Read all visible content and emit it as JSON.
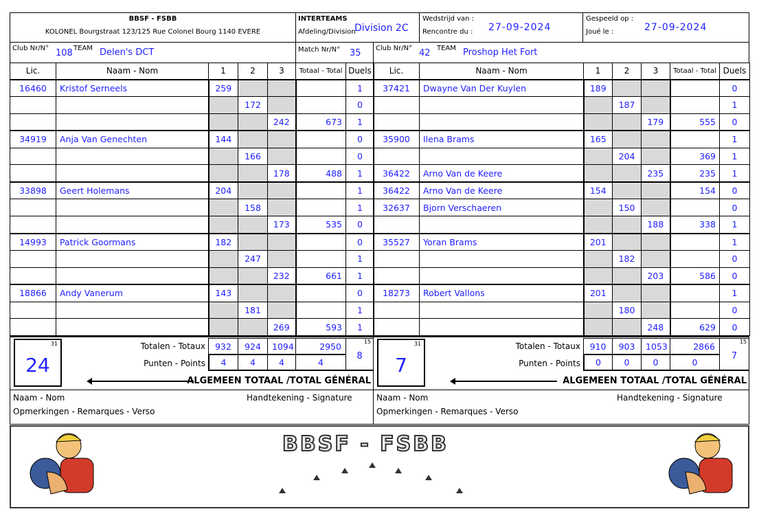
{
  "header": {
    "org": "BBSF - FSBB",
    "address": "KOLONEL Bourgstraat 123/125 Rue Colonel Bourg  1140 EVERE",
    "interteams": "INTERTEAMS",
    "division_label": "Afdeling/Division",
    "division": "Division 2C",
    "wedstrijd_label": "Wedstrijd van :",
    "rencontre_label": "Rencontre du :",
    "match_date": "27-09-2024",
    "gespeeld_label": "Gespeeld op :",
    "joue_label": "Joué le :",
    "played_date": "27-09-2024",
    "club_label": "Club Nr/N°",
    "team_label": "TEAM",
    "match_label": "Match Nr/N°",
    "match_nr": "35"
  },
  "columns": {
    "lic": "Lic.",
    "name": "Naam - Nom",
    "g1": "1",
    "g2": "2",
    "g3": "3",
    "total": "Totaal - Total",
    "duels": "Duels"
  },
  "teams": [
    {
      "club": "108",
      "team": "Delen's DCT",
      "rows": [
        [
          "16460",
          "Kristof Serneels",
          "259",
          "",
          "",
          "",
          "1"
        ],
        [
          "",
          "",
          "",
          "172",
          "",
          "",
          "0"
        ],
        [
          "",
          "",
          "",
          "",
          "242",
          "673",
          "1"
        ],
        [
          "34919",
          "Anja Van Genechten",
          "144",
          "",
          "",
          "",
          "0"
        ],
        [
          "",
          "",
          "",
          "166",
          "",
          "",
          "0"
        ],
        [
          "",
          "",
          "",
          "",
          "178",
          "488",
          "1"
        ],
        [
          "33898",
          "Geert Holemans",
          "204",
          "",
          "",
          "",
          "1"
        ],
        [
          "",
          "",
          "",
          "158",
          "",
          "",
          "1"
        ],
        [
          "",
          "",
          "",
          "",
          "173",
          "535",
          "0"
        ],
        [
          "14993",
          "Patrick Goormans",
          "182",
          "",
          "",
          "",
          "0"
        ],
        [
          "",
          "",
          "",
          "247",
          "",
          "",
          "1"
        ],
        [
          "",
          "",
          "",
          "",
          "232",
          "661",
          "1"
        ],
        [
          "18866",
          "Andy Vanerum",
          "143",
          "",
          "",
          "",
          "0"
        ],
        [
          "",
          "",
          "",
          "181",
          "",
          "",
          "1"
        ],
        [
          "",
          "",
          "",
          "",
          "269",
          "593",
          "1"
        ]
      ],
      "totals": [
        "932",
        "924",
        "1094",
        "2950"
      ],
      "duels_total": "8",
      "duels_max": "15",
      "points": [
        "4",
        "4",
        "4",
        "4"
      ],
      "grand_total": "24",
      "grand_max": "31"
    },
    {
      "club": "42",
      "team": "Proshop Het Fort",
      "rows": [
        [
          "37421",
          "Dwayne Van Der Kuylen",
          "189",
          "",
          "",
          "",
          "0"
        ],
        [
          "",
          "",
          "",
          "187",
          "",
          "",
          "1"
        ],
        [
          "",
          "",
          "",
          "",
          "179",
          "555",
          "0"
        ],
        [
          "35900",
          "Ilena Brams",
          "165",
          "",
          "",
          "",
          "1"
        ],
        [
          "",
          "",
          "",
          "204",
          "",
          "369",
          "1"
        ],
        [
          "36422",
          "Arno Van de Keere",
          "",
          "",
          "235",
          "235",
          "1"
        ],
        [
          "36422",
          "Arno Van de Keere",
          "154",
          "",
          "",
          "154",
          "0"
        ],
        [
          "32637",
          "Bjorn Verschaeren",
          "",
          "150",
          "",
          "",
          "0"
        ],
        [
          "",
          "",
          "",
          "",
          "188",
          "338",
          "1"
        ],
        [
          "35527",
          "Yoran Brams",
          "201",
          "",
          "",
          "",
          "1"
        ],
        [
          "",
          "",
          "",
          "182",
          "",
          "",
          "0"
        ],
        [
          "",
          "",
          "",
          "",
          "203",
          "586",
          "0"
        ],
        [
          "18273",
          "Robert Vallons",
          "201",
          "",
          "",
          "",
          "1"
        ],
        [
          "",
          "",
          "",
          "180",
          "",
          "",
          "0"
        ],
        [
          "",
          "",
          "",
          "",
          "248",
          "629",
          "0"
        ]
      ],
      "totals": [
        "910",
        "903",
        "1053",
        "2866"
      ],
      "duels_total": "7",
      "duels_max": "15",
      "points": [
        "0",
        "0",
        "0",
        "0"
      ],
      "grand_total": "7",
      "grand_max": "31"
    }
  ],
  "footer": {
    "totals_label": "Totalen - Totaux",
    "points_label": "Punten - Points",
    "general_label": "ALGEMEEN TOTAAL /TOTAL GÉNÉRAL",
    "name_label": "Naam - Nom",
    "signature_label": "Handtekening - Signature",
    "remarks_label": "Opmerkingen - Remarques - Verso"
  },
  "logo_text": "BBSF - FSBB"
}
